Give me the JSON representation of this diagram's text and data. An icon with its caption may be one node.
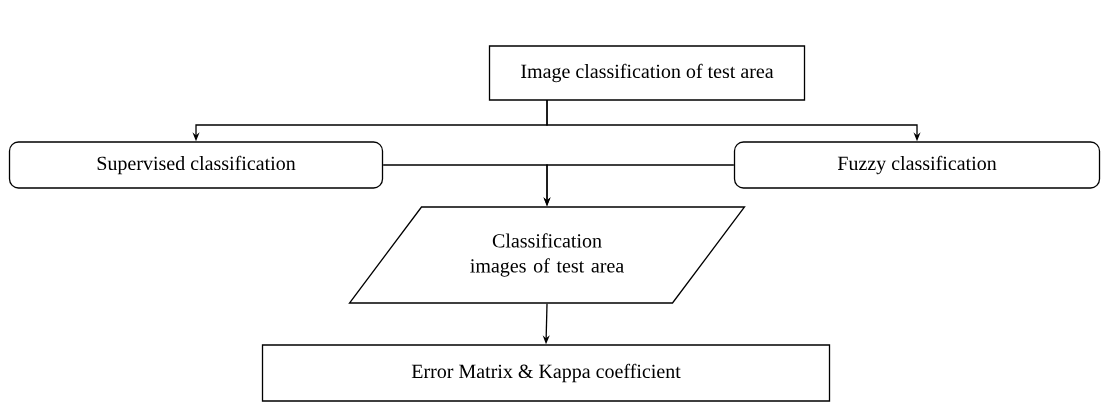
{
  "diagram": {
    "nodes": [
      {
        "text": [
          "Image classification of test area"
        ]
      },
      {
        "text": [
          "Supervised classification"
        ]
      },
      {
        "text": [
          "Fuzzy classification"
        ]
      },
      {
        "text": [
          "Classification images of test area"
        ]
      },
      {
        "text": [
          "Error Matrix & Kappa coefficient"
        ]
      }
    ],
    "edges": [
      {
        "from": 0,
        "to": 1,
        "arrow": "to"
      },
      {
        "from": 0,
        "to": 2,
        "arrow": "to"
      },
      {
        "from": 1,
        "to": 3,
        "arrow": "to"
      },
      {
        "from": 2,
        "to": 3,
        "arrow": "to"
      },
      {
        "from": 3,
        "to": 4,
        "arrow": "to"
      }
    ]
  }
}
